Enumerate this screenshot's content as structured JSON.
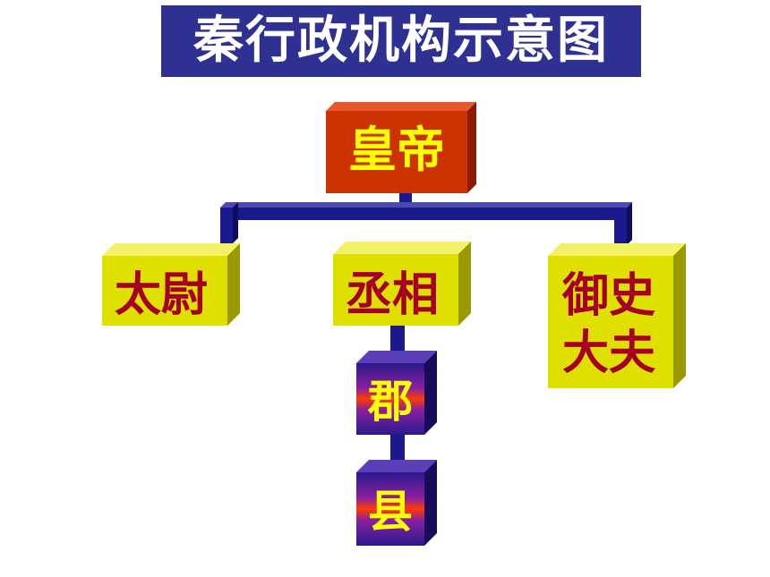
{
  "title": "秦行政机构示意图",
  "nodes": {
    "emperor": "皇帝",
    "taiwei": "太尉",
    "chengxiang": "丞相",
    "yushi_line1": "御史",
    "yushi_line2": "大夫",
    "jun": "郡",
    "xian": "县"
  },
  "colors": {
    "title_bg": "#2e3192",
    "title_text": "#ffffff",
    "emperor_box": "#cc3300",
    "emperor_text": "#ffff00",
    "official_box": "#e0e000",
    "official_text": "#a50021",
    "local_box": "#3d1a8c",
    "local_text": "#ffff00",
    "connector": "#1a1a8c"
  }
}
